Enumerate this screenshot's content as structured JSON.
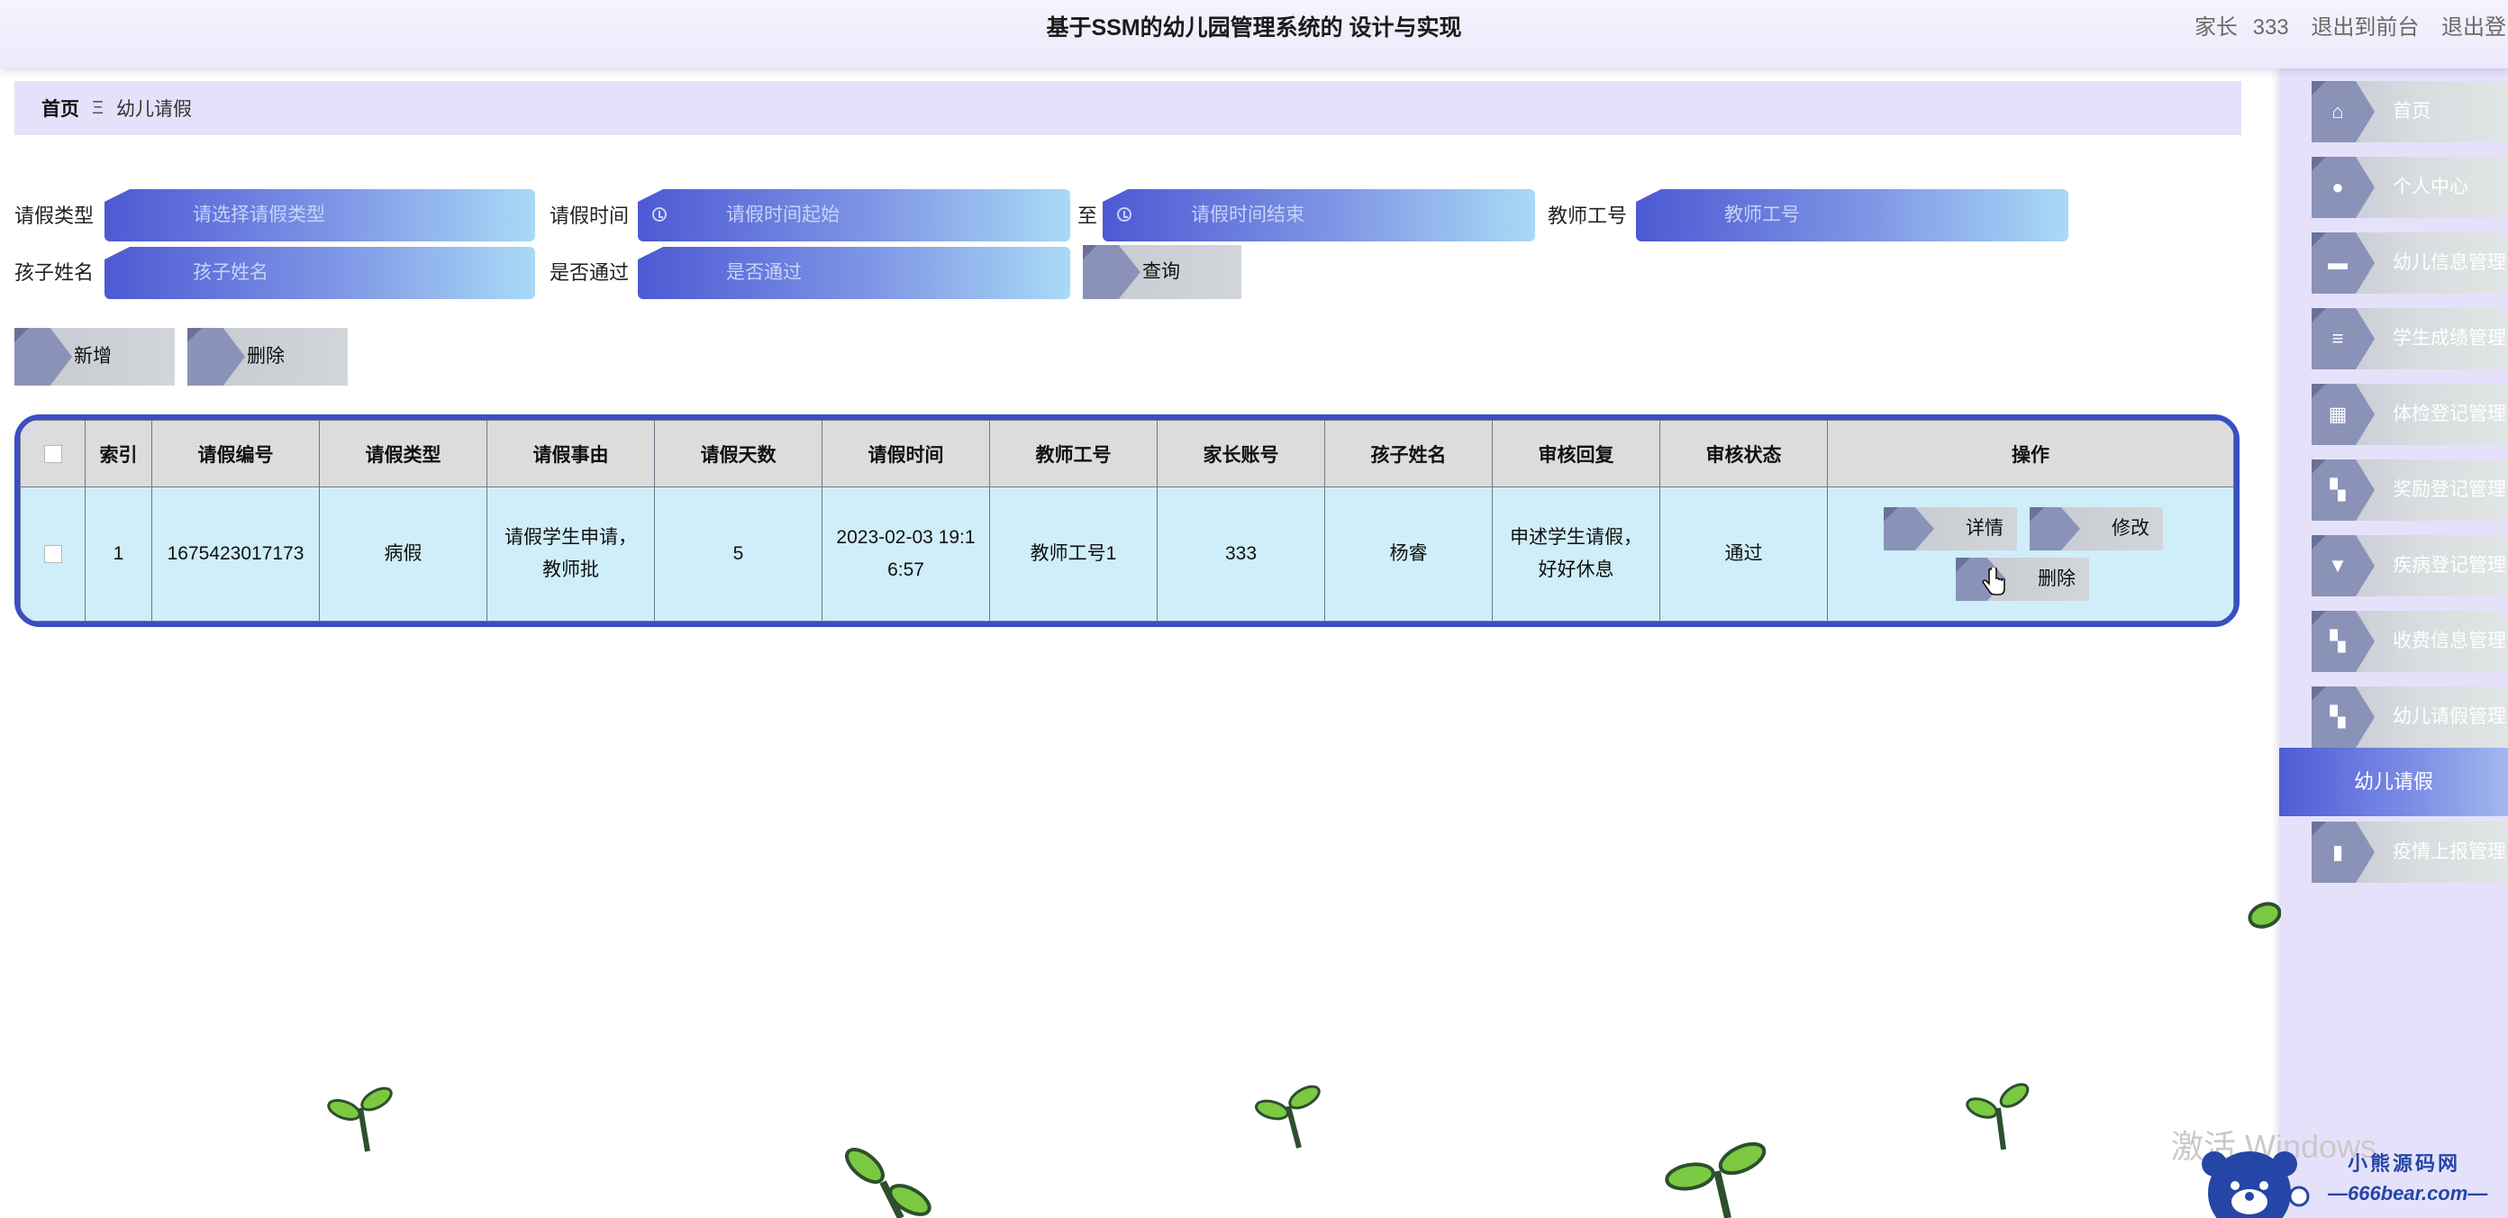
{
  "header": {
    "title": "基于SSM的幼儿园管理系统的 设计与实现",
    "user_role": "家长",
    "user_name": "333",
    "back_to_front": "退出到前台",
    "logout": "退出登"
  },
  "breadcrumb": {
    "home": "首页",
    "separator": "Ξ",
    "current": "幼儿请假"
  },
  "search": {
    "leave_type_label": "请假类型",
    "leave_type_placeholder": "请选择请假类型",
    "leave_time_label": "请假时间",
    "leave_time_start_placeholder": "请假时间起始",
    "range_sep": "至",
    "leave_time_end_placeholder": "请假时间结束",
    "teacher_no_label": "教师工号",
    "teacher_no_placeholder": "教师工号",
    "child_name_label": "孩子姓名",
    "child_name_placeholder": "孩子姓名",
    "approved_label": "是否通过",
    "approved_placeholder": "是否通过",
    "query_button": "查询"
  },
  "actions": {
    "add_button": "新增",
    "delete_button": "删除"
  },
  "table": {
    "columns": [
      "索引",
      "请假编号",
      "请假类型",
      "请假事由",
      "请假天数",
      "请假时间",
      "教师工号",
      "家长账号",
      "孩子姓名",
      "审核回复",
      "审核状态",
      "操作"
    ],
    "rows": [
      {
        "index": "1",
        "leave_no": "1675423017173",
        "leave_type": "病假",
        "reason": "请假学生申请，教师批",
        "days": "5",
        "leave_time": "2023-02-03 19:16:57",
        "teacher_no": "教师工号1",
        "parent_account": "333",
        "child_name": "杨睿",
        "review_reply": "申述学生请假，好好休息",
        "review_status": "通过",
        "ops": {
          "detail": "详情",
          "edit": "修改",
          "delete": "删除"
        }
      }
    ]
  },
  "sidebar": {
    "items": [
      {
        "label": "首页",
        "icon": "home-icon"
      },
      {
        "label": "个人中心",
        "icon": "user-icon"
      },
      {
        "label": "幼儿信息管理",
        "icon": "ticket-icon"
      },
      {
        "label": "学生成绩管理",
        "icon": "sliders-icon"
      },
      {
        "label": "体检登记管理",
        "icon": "grid-icon"
      },
      {
        "label": "奖励登记管理",
        "icon": "apps-icon"
      },
      {
        "label": "疾病登记管理",
        "icon": "stamp-icon"
      },
      {
        "label": "收费信息管理",
        "icon": "apps-icon"
      },
      {
        "label": "幼儿请假管理",
        "icon": "apps-icon"
      },
      {
        "label": "疫情上报管理",
        "icon": "chart-icon"
      }
    ],
    "active_label": "幼儿请假"
  },
  "watermark": {
    "windows_text": "激活 Windows",
    "logo_line1": "小熊源码网",
    "logo_line2": "—666bear.com—"
  },
  "colors": {
    "accent": "#3a4ec2",
    "input_gradient_start": "#4d59d3",
    "input_gradient_end": "#a9daf6",
    "table_row_bg": "#cfeef9",
    "sidebar_bg": "#e6e1fb"
  }
}
